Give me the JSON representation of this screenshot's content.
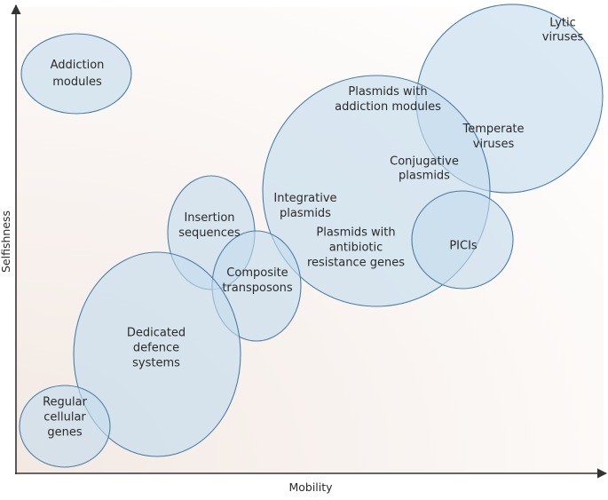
{
  "axes": {
    "x_label": "Mobility",
    "y_label": "Selfishness"
  },
  "colors": {
    "bubble_fill": "#c3dcee",
    "bubble_stroke": "#4c7fa6",
    "axis": "#333333",
    "gradient_corner": "#f3e9e3"
  },
  "groups": [
    {
      "id": "addiction",
      "lines": [
        "Addiction",
        "modules"
      ]
    },
    {
      "id": "lytic",
      "lines": [
        "Lytic",
        "viruses"
      ]
    },
    {
      "id": "plasmids-addiction",
      "lines": [
        "Plasmids with",
        "addiction modules"
      ]
    },
    {
      "id": "temperate",
      "lines": [
        "Temperate",
        "viruses"
      ]
    },
    {
      "id": "conjugative",
      "lines": [
        "Conjugative",
        "plasmids"
      ]
    },
    {
      "id": "integrative",
      "lines": [
        "Integrative",
        "plasmids"
      ]
    },
    {
      "id": "insertion",
      "lines": [
        "Insertion",
        "sequences"
      ]
    },
    {
      "id": "plasmids-antibiotic",
      "lines": [
        "Plasmids with",
        "antibiotic",
        "resistance genes"
      ]
    },
    {
      "id": "picis",
      "lines": [
        "PICIs"
      ]
    },
    {
      "id": "composite",
      "lines": [
        "Composite",
        "transposons"
      ]
    },
    {
      "id": "defence",
      "lines": [
        "Dedicated",
        "defence",
        "systems"
      ]
    },
    {
      "id": "regular",
      "lines": [
        "Regular",
        "cellular",
        "genes"
      ]
    }
  ]
}
